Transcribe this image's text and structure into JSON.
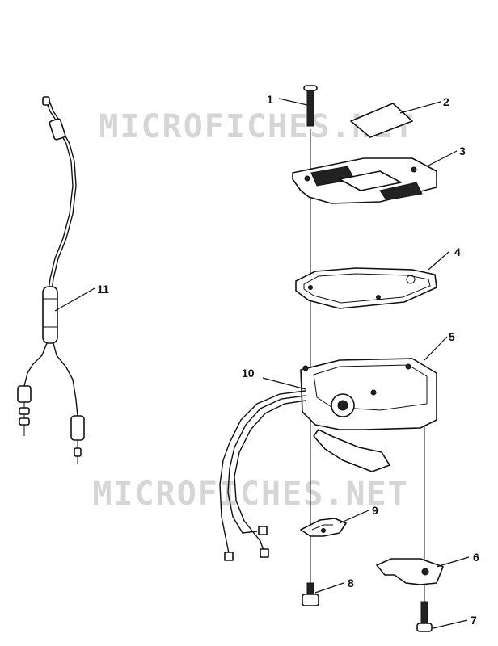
{
  "watermark": {
    "top": "MICROFICHES.NET",
    "bottom": "MICROFICHES.NET"
  },
  "callouts": [
    "1",
    "2",
    "3",
    "4",
    "5",
    "6",
    "7",
    "8",
    "9",
    "10",
    "11"
  ]
}
